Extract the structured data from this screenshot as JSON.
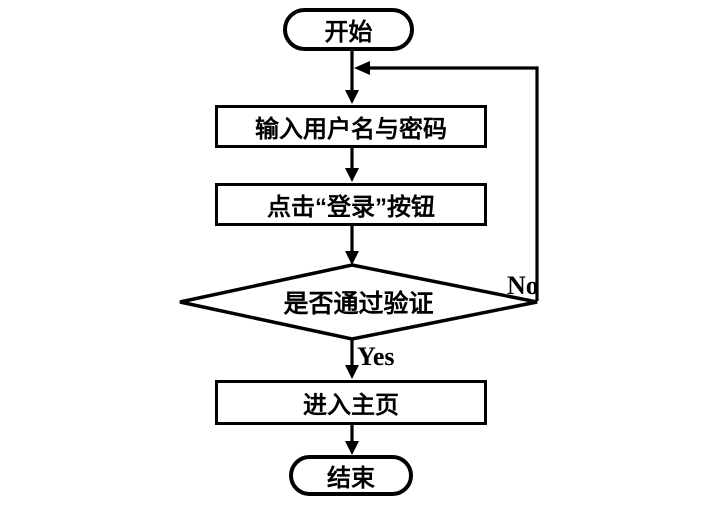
{
  "flowchart": {
    "colors": {
      "stroke": "#000000",
      "background": "#ffffff"
    },
    "nodes": {
      "start": {
        "type": "terminator",
        "label": "开始"
      },
      "input_credentials": {
        "type": "process",
        "label": "输入用户名与密码"
      },
      "click_login": {
        "type": "process",
        "label": "点击“登录”按钮"
      },
      "verify": {
        "type": "decision",
        "label": "是否通过验证"
      },
      "enter_home": {
        "type": "process",
        "label": "进入主页"
      },
      "end": {
        "type": "terminator",
        "label": "结束"
      }
    },
    "edge_labels": {
      "yes": "Yes",
      "no": "No"
    }
  }
}
